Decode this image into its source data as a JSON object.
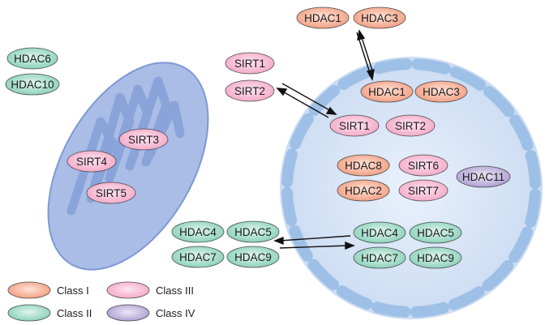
{
  "colors": {
    "class_i": "#f29a7c",
    "class_ii": "#84cfb6",
    "class_iii": "#f7a9c8",
    "class_iv": "#a99ad0",
    "mito_fill": "#a9bde6",
    "mito_stroke": "#7f98d3",
    "nucleus_fill": "#d6e3f7",
    "envelope": "#9fc0e6"
  },
  "enzymes": {
    "cyto_hdac6": "HDAC6",
    "cyto_hdac10": "HDAC10",
    "mito_sirt3": "SIRT3",
    "mito_sirt4": "SIRT4",
    "mito_sirt5": "SIRT5",
    "top_hdac1": "HDAC1",
    "top_hdac3": "HDAC3",
    "nuc_hdac1": "HDAC1",
    "nuc_hdac3": "HDAC3",
    "cyto_sirt1": "SIRT1",
    "cyto_sirt2": "SIRT2",
    "nuc_sirt1": "SIRT1",
    "nuc_sirt2": "SIRT2",
    "nuc_hdac8": "HDAC8",
    "nuc_hdac2": "HDAC2",
    "nuc_sirt6": "SIRT6",
    "nuc_sirt7": "SIRT7",
    "nuc_hdac11": "HDAC11",
    "cyto_hdac4": "HDAC4",
    "cyto_hdac5": "HDAC5",
    "cyto_hdac7": "HDAC7",
    "cyto_hdac9": "HDAC9",
    "nuc_hdac4": "HDAC4",
    "nuc_hdac5": "HDAC5",
    "nuc_hdac7": "HDAC7",
    "nuc_hdac9": "HDAC9"
  },
  "legend": {
    "class_i": "Class I",
    "class_ii": "Class II",
    "class_iii": "Class III",
    "class_iv": "Class IV"
  }
}
